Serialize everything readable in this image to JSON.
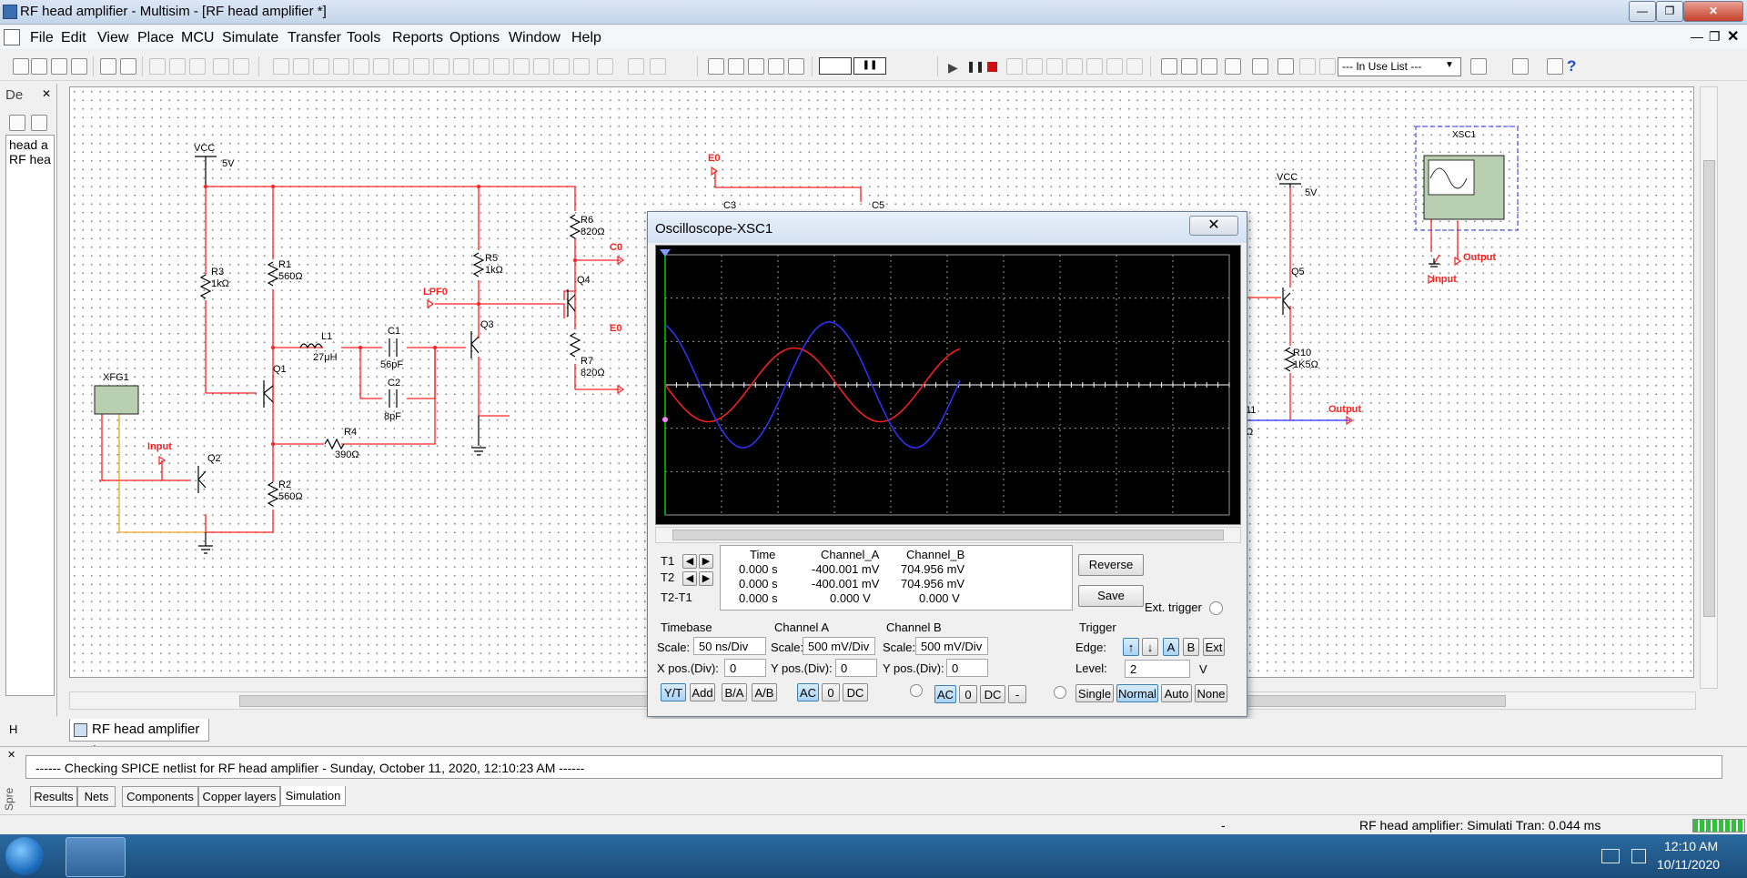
{
  "window": {
    "title": "RF head amplifier - Multisim - [RF head amplifier *]"
  },
  "menu": [
    "File",
    "Edit",
    "View",
    "Place",
    "MCU",
    "Simulate",
    "Transfer",
    "Tools",
    "Reports",
    "Options",
    "Window",
    "Help"
  ],
  "toolbar": {
    "in_use_list": "--- In Use List ---"
  },
  "design_toolbox": {
    "label": "De",
    "items": [
      "head a",
      "RF hea"
    ]
  },
  "schematic": {
    "labels": {
      "vcc1": "VCC",
      "vcc1_v": "5V",
      "vcc2": "VCC",
      "vcc2_v": "5V",
      "xfg1": "XFG1",
      "xsc1": "XSC1",
      "r1": "R1",
      "r1_v": "560Ω",
      "r2": "R2",
      "r2_v": "560Ω",
      "r3": "R3",
      "r3_v": "1kΩ",
      "r4": "R4",
      "r4_v": "390Ω",
      "r5": "R5",
      "r5_v": "1kΩ",
      "r6": "R6",
      "r6_v": "820Ω",
      "r7": "R7",
      "r7_v": "820Ω",
      "r10": "R10",
      "r10_v": "1K5Ω",
      "l1": "L1",
      "l1_v": "27μH",
      "c1": "C1",
      "c1_v": "56pF",
      "c2": "C2",
      "c2_v": "8pF",
      "c3": "C3",
      "c5": "C5",
      "q1": "Q1",
      "q2": "Q2",
      "q3": "Q3",
      "q4": "Q4",
      "q5": "Q5",
      "input1": "Input",
      "input2": "Input",
      "output1": "Output",
      "output2": "Output",
      "lpf0": "LPF0",
      "c0": "C0",
      "e0a": "E0",
      "e0b": "E0",
      "r11_frag": "11",
      "r11_frag2": "Ω"
    }
  },
  "oscilloscope": {
    "title": "Oscilloscope-XSC1",
    "readout": {
      "headers": [
        "Time",
        "Channel_A",
        "Channel_B"
      ],
      "rows": [
        {
          "label": "T1",
          "time": "0.000 s",
          "a": "-400.001 mV",
          "b": "704.956 mV"
        },
        {
          "label": "T2",
          "time": "0.000 s",
          "a": "-400.001 mV",
          "b": "704.956 mV"
        },
        {
          "label": "T2-T1",
          "time": "0.000 s",
          "a": "0.000 V",
          "b": "0.000 V"
        }
      ]
    },
    "buttons": {
      "reverse": "Reverse",
      "save": "Save",
      "ext_trigger": "Ext. trigger"
    },
    "timebase": {
      "title": "Timebase",
      "scale_label": "Scale:",
      "scale": "50 ns/Div",
      "xpos_label": "X pos.(Div):",
      "xpos": "0",
      "modes": [
        "Y/T",
        "Add",
        "B/A",
        "A/B"
      ]
    },
    "channel_a": {
      "title": "Channel A",
      "scale_label": "Scale:",
      "scale": "500 mV/Div",
      "ypos_label": "Y pos.(Div):",
      "ypos": "0",
      "coupling": [
        "AC",
        "0",
        "DC"
      ]
    },
    "channel_b": {
      "title": "Channel B",
      "scale_label": "Scale:",
      "scale": "500 mV/Div",
      "ypos_label": "Y pos.(Div):",
      "ypos": "0",
      "coupling": [
        "AC",
        "0",
        "DC",
        "-"
      ]
    },
    "trigger": {
      "title": "Trigger",
      "edge_label": "Edge:",
      "sources": [
        "A",
        "B",
        "Ext"
      ],
      "level_label": "Level:",
      "level": "2",
      "level_unit": "V",
      "modes": [
        "Single",
        "Normal",
        "Auto",
        "None"
      ]
    },
    "trace_colors": {
      "channel_a": "#ff2020",
      "channel_b": "#3333ff",
      "grid": "#9a9a9a",
      "axis": "#ffffff",
      "cursor": "#00cc00"
    }
  },
  "tabs": {
    "schematic_tab": "RF head amplifier *",
    "spreadsheet_tabs": [
      "Results",
      "Nets",
      "Components",
      "Copper layers",
      "Simulation"
    ],
    "side_label": "Spre"
  },
  "spreadsheet": {
    "message": "------ Checking SPICE netlist for RF head amplifier - Sunday, October 11, 2020, 12:10:23 AM ------"
  },
  "status": {
    "dash": "-",
    "text": "RF head amplifier: Simulati Tran: 0.044 ms"
  },
  "taskbar": {
    "time": "12:10 AM",
    "date": "10/11/2020"
  },
  "colors": {
    "wire_red": "#ff2020",
    "wire_blue": "#2a2aff",
    "wire_orange": "#f0a020",
    "component": "#000000"
  }
}
